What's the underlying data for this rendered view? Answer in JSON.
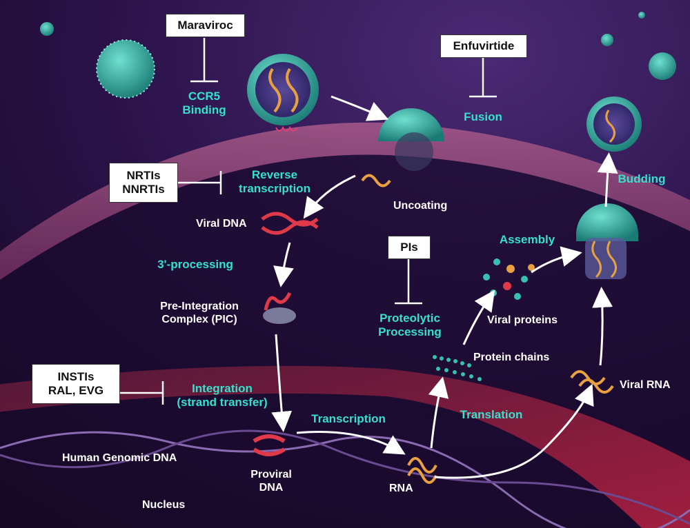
{
  "colors": {
    "background_top": "#3a1a5e",
    "background_bottom": "#150826",
    "step_label": "#37e0cc",
    "membrane": "#8b3a6a",
    "nuclear_membrane": "#7a1a3a",
    "arrow": "#ffffff",
    "virus_teal": "#2aa59a",
    "rna": "#e8a040",
    "dna_red": "#e03a4a"
  },
  "drugs": {
    "maraviroc": "Maraviroc",
    "enfuvirtide": "Enfuvirtide",
    "nrtis_line1": "NRTIs",
    "nrtis_line2": "NNRTIs",
    "pis": "PIs",
    "instis_line1": "INSTIs",
    "instis_line2": "RAL, EVG"
  },
  "steps": {
    "ccr5_line1": "CCR5",
    "ccr5_line2": "Binding",
    "fusion": "Fusion",
    "rt_line1": "Reverse",
    "rt_line2": "transcription",
    "processing_3": "3'-processing",
    "integration_line1": "Integration",
    "integration_line2": "(strand transfer)",
    "transcription": "Transcription",
    "translation": "Translation",
    "proteolytic_line1": "Proteolytic",
    "proteolytic_line2": "Processing",
    "assembly": "Assembly",
    "budding": "Budding"
  },
  "labels": {
    "uncoating": "Uncoating",
    "viral_dna": "Viral DNA",
    "pic_line1": "Pre-Integration",
    "pic_line2": "Complex (PIC)",
    "human_dna": "Human Genomic DNA",
    "proviral_line1": "Proviral",
    "proviral_line2": "DNA",
    "rna": "RNA",
    "nucleus": "Nucleus",
    "protein_chains": "Protein chains",
    "viral_proteins": "Viral proteins",
    "viral_rna": "Viral RNA"
  }
}
